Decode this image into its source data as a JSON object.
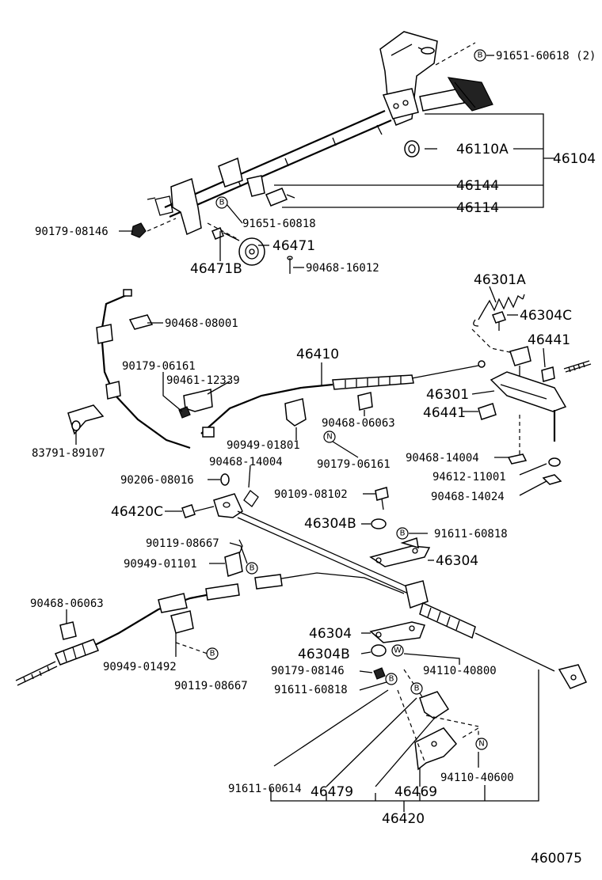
{
  "diagram_id": "460075",
  "markers": {
    "bolt": "B",
    "nut": "N",
    "washer": "W"
  },
  "parts": {
    "p91651_60618": "91651-60618 (2)",
    "p46110A": "46110A",
    "p46104": "46104",
    "p46144": "46144",
    "p46114": "46114",
    "p90179_08146_top": "90179-08146",
    "p91651_60818": "91651-60818",
    "p46471": "46471",
    "p46471B": "46471B",
    "p90468_16012": "90468-16012",
    "p46301A": "46301A",
    "p90468_08001": "90468-08001",
    "p46304C": "46304C",
    "p46441_top": "46441",
    "p46410": "46410",
    "p90179_06161_a": "90179-06161",
    "p90461_12339": "90461-12339",
    "p46301": "46301",
    "p46441_mid": "46441",
    "p90468_06063_a": "90468-06063",
    "p90949_01801": "90949-01801",
    "p83791_89107": "83791-89107",
    "p90179_06161_b": "90179-06161",
    "p90468_14004_right": "90468-14004",
    "p90468_14004_left": "90468-14004",
    "p94612_11001": "94612-11001",
    "p90206_08016": "90206-08016",
    "p90468_14024": "90468-14024",
    "p90109_08102": "90109-08102",
    "p46420C": "46420C",
    "p46304B_top": "46304B",
    "p91611_60818_top": "91611-60818",
    "p90119_08667_top": "90119-08667",
    "p46304_top": "46304",
    "p90949_01101": "90949-01101",
    "p90468_06063_b": "90468-06063",
    "p46304_mid": "46304",
    "p46304B_mid": "46304B",
    "p94110_40800": "94110-40800",
    "p90949_01492": "90949-01492",
    "p90179_08146_bottom": "90179-08146",
    "p90119_08667_bottom": "90119-08667",
    "p91611_60818_bottom": "91611-60818",
    "p94110_40600": "94110-40600",
    "p91611_60614": "91611-60614",
    "p46479": "46479",
    "p46469": "46469",
    "p46420": "46420"
  }
}
